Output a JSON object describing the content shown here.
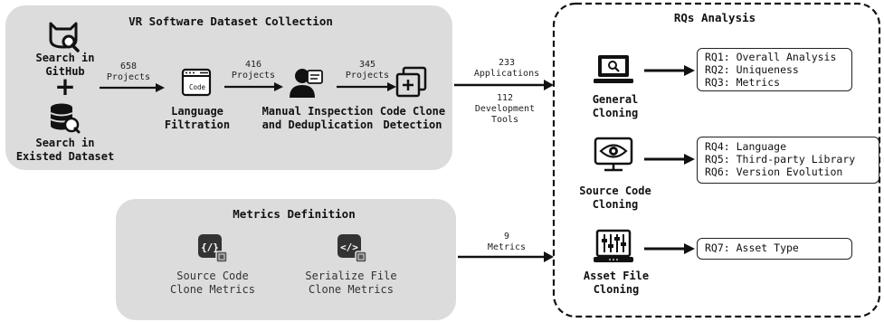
{
  "collection": {
    "title": "VR Software Dataset Collection",
    "search_github": "Search in\nGitHub",
    "plus": "+",
    "search_existed": "Search in\nExisted Dataset",
    "step1_count": "658\nProjects",
    "language_filtration": "Language\nFiltration",
    "code_icon_text": "Code",
    "step2_count": "416\nProjects",
    "manual_inspection": "Manual Inspection\nand Deduplication",
    "step3_count": "345\nProjects",
    "code_clone_detection": "Code Clone\nDetection"
  },
  "outputs": {
    "applications": "233\nApplications",
    "dev_tools": "112\nDevelopment\nTools",
    "metrics_count": "9\nMetrics"
  },
  "metrics": {
    "title": "Metrics Definition",
    "source_code_metrics": "Source Code\nClone Metrics",
    "serialize_file_metrics": "Serialize File\nClone Metrics"
  },
  "rqs": {
    "title": "RQs Analysis",
    "general_cloning": "General\nCloning",
    "source_code_cloning": "Source Code\nCloning",
    "asset_file_cloning": "Asset File\nCloning",
    "group1": [
      "RQ1: Overall Analysis",
      "RQ2: Uniqueness",
      "RQ3: Metrics"
    ],
    "group2": [
      "RQ4: Language",
      "RQ5: Third-party Library",
      "RQ6: Version Evolution"
    ],
    "group3": [
      "RQ7: Asset Type"
    ]
  }
}
